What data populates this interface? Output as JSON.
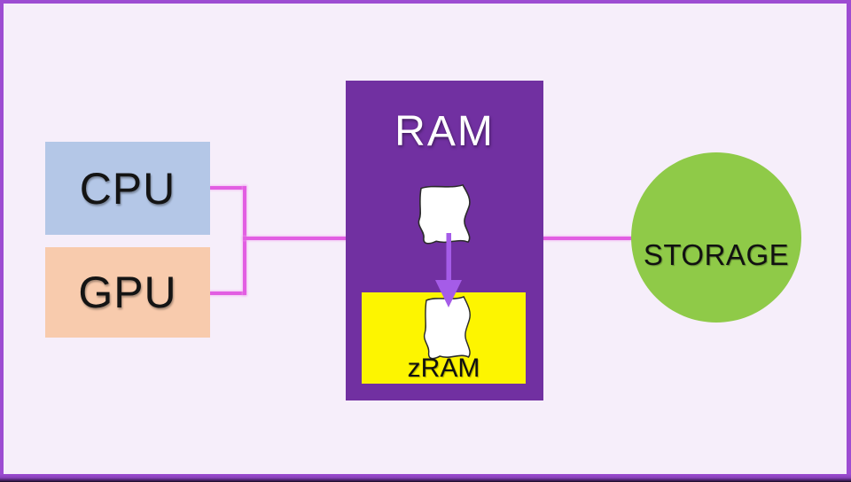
{
  "canvas": {
    "background": "#f6eefa",
    "border_color": "#9d4cd2"
  },
  "nodes": {
    "cpu": {
      "label": "CPU",
      "bg": "#b4c7e7"
    },
    "gpu": {
      "label": "GPU",
      "bg": "#f8cbad"
    },
    "ram": {
      "label": "RAM",
      "bg": "#7130a1",
      "text_color": "#ffffff"
    },
    "zram": {
      "label": "zRAM",
      "bg": "#fdf500"
    },
    "storage": {
      "label": "STORAGE",
      "bg": "#8fca48"
    }
  },
  "connectors": {
    "color": "#e25ee2",
    "links": [
      "cpu-to-junction",
      "gpu-to-junction",
      "junction-vertical",
      "junction-to-ram",
      "ram-to-storage"
    ]
  },
  "icons": {
    "memory_page": {
      "name": "memory-page-icon",
      "fill": "#ffffff",
      "stroke": "#2b2b2b"
    },
    "compressed_page": {
      "name": "compressed-page-icon",
      "fill": "#ffffff",
      "stroke": "#2b2b2b"
    },
    "compress_arrow": {
      "name": "compress-arrow-icon",
      "fill": "#a55ce8",
      "direction": "down"
    }
  }
}
